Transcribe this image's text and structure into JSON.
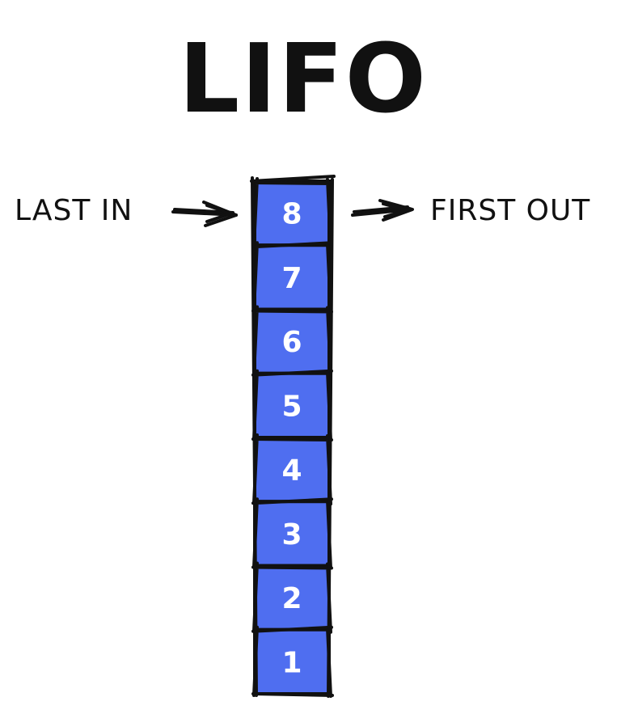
{
  "title": "LIFO",
  "left_label": "LAST IN",
  "right_label": "FIRST OUT",
  "stack": [
    "8",
    "7",
    "6",
    "5",
    "4",
    "3",
    "2",
    "1"
  ],
  "colors": {
    "cell_fill": "#4f6ef0",
    "stroke": "#111111",
    "cell_text": "#ffffff"
  },
  "icons": {
    "in_arrow": "arrow-right-icon",
    "out_arrow": "arrow-right-icon"
  }
}
